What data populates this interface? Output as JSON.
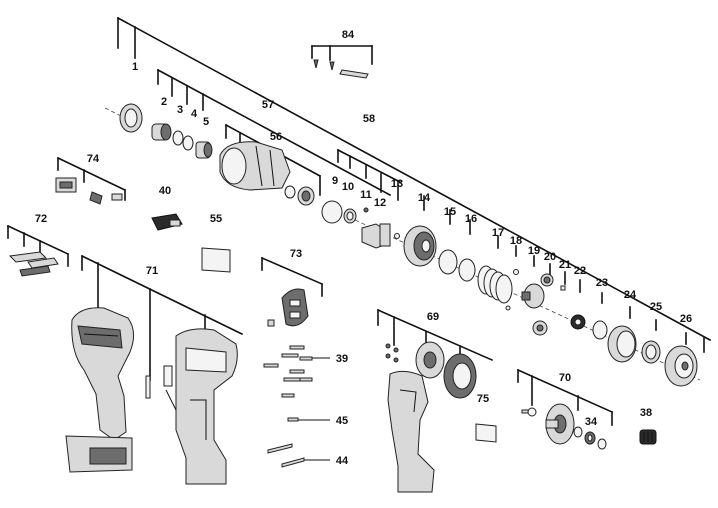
{
  "diagram": {
    "callouts": {
      "c1": "1",
      "c2": "2",
      "c3": "3",
      "c4": "4",
      "c5": "5",
      "c9": "9",
      "c10": "10",
      "c11": "11",
      "c12": "12",
      "c13": "13",
      "c14": "14",
      "c15": "15",
      "c16": "16",
      "c17": "17",
      "c18": "18",
      "c19": "19",
      "c20": "20",
      "c21": "21",
      "c22": "22",
      "c23": "23",
      "c24": "24",
      "c25": "25",
      "c26": "26",
      "c34": "34",
      "c38": "38",
      "c39": "39",
      "c40": "40",
      "c44": "44",
      "c45": "45",
      "c55": "55",
      "c56": "56",
      "c57": "57",
      "c58": "58",
      "c69": "69",
      "c70": "70",
      "c71": "71",
      "c72": "72",
      "c73": "73",
      "c74": "74",
      "c75": "75",
      "c84": "84"
    },
    "colors": {
      "line": "#111111",
      "part_light": "#d9d9d9",
      "part_dark": "#6d6d6d",
      "part_black": "#2b2b2b",
      "background": "#ffffff"
    }
  }
}
